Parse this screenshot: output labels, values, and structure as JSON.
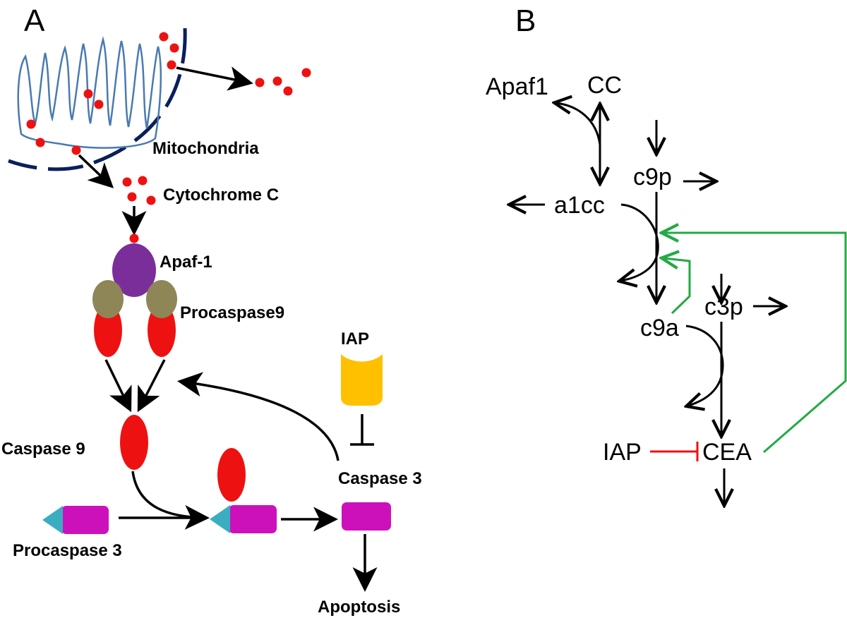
{
  "panel_a": {
    "letter": "A",
    "labels": {
      "mitochondria": "Mitochondria",
      "cytochrome_c": "Cytochrome C",
      "apaf1": "Apaf-1",
      "procaspase9": "Procaspase9",
      "iap": "IAP",
      "caspase9": "Caspase 9",
      "caspase3": "Caspase 3",
      "procaspase3": "Procaspase 3",
      "apoptosis": "Apoptosis"
    }
  },
  "panel_b": {
    "letter": "B",
    "nodes": {
      "apaf1": "Apaf1",
      "cc": "CC",
      "c9p": "c9p",
      "a1cc": "a1cc",
      "c9a": "c9a",
      "c3p": "c3p",
      "iap": "IAP",
      "cea": "CEA"
    }
  },
  "colors": {
    "cytochrome": "#ee1111",
    "membrane": "#0a1f5c",
    "cristae": "#4a7ab0",
    "apaf1": "#7a2e9a",
    "procaspase9_cap": "#8f8658",
    "caspase": "#ee1111",
    "caspase3": "#cc11bb",
    "procaspase3_tip": "#3aaec0",
    "iap": "#ffc000",
    "feedback": "#22aa44",
    "inhibition": "#ee1111"
  }
}
